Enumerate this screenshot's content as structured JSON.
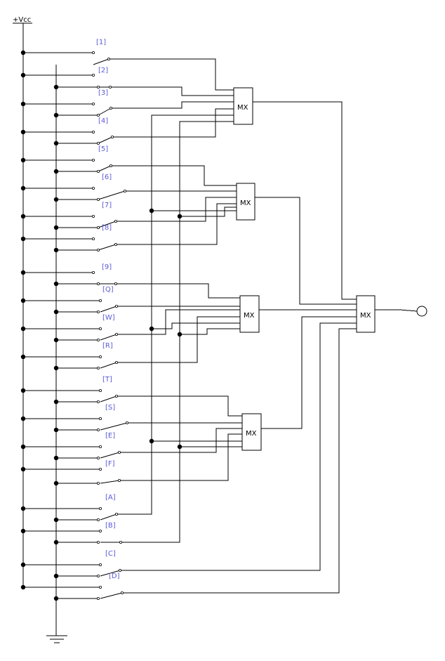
{
  "supply_label": "+Vcc",
  "mux_label": "MX",
  "switch_labels": [
    "[1]",
    "[2]",
    "[3]",
    "[4]",
    "[5]",
    "[6]",
    "[7]",
    "[8]",
    "[9]",
    "[Q]",
    "[W]",
    "[R]",
    "[T]",
    "[S]",
    "[E]",
    "[F]",
    "[A]",
    "[B]",
    "[C]",
    "[D]"
  ],
  "colors": {
    "wire": "#000000",
    "label": "#5a5ad6",
    "background": "#ffffff"
  }
}
